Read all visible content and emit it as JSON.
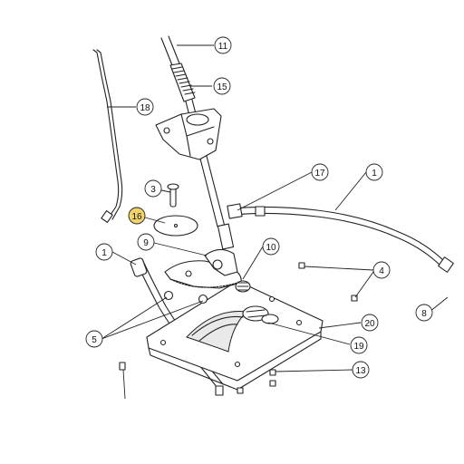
{
  "diagram": {
    "callouts": [
      {
        "id": "c11",
        "label": "11"
      },
      {
        "id": "c15",
        "label": "15"
      },
      {
        "id": "c18",
        "label": "18"
      },
      {
        "id": "c17",
        "label": "17"
      },
      {
        "id": "c1a",
        "label": "1"
      },
      {
        "id": "c3",
        "label": "3"
      },
      {
        "id": "c16",
        "label": "16",
        "highlight": "#f1d36b"
      },
      {
        "id": "c9",
        "label": "9"
      },
      {
        "id": "c10",
        "label": "10"
      },
      {
        "id": "c1b",
        "label": "1"
      },
      {
        "id": "c4",
        "label": "4"
      },
      {
        "id": "c8",
        "label": "8"
      },
      {
        "id": "c5",
        "label": "5"
      },
      {
        "id": "c20",
        "label": "20"
      },
      {
        "id": "c19",
        "label": "19"
      },
      {
        "id": "c13",
        "label": "13"
      }
    ]
  }
}
